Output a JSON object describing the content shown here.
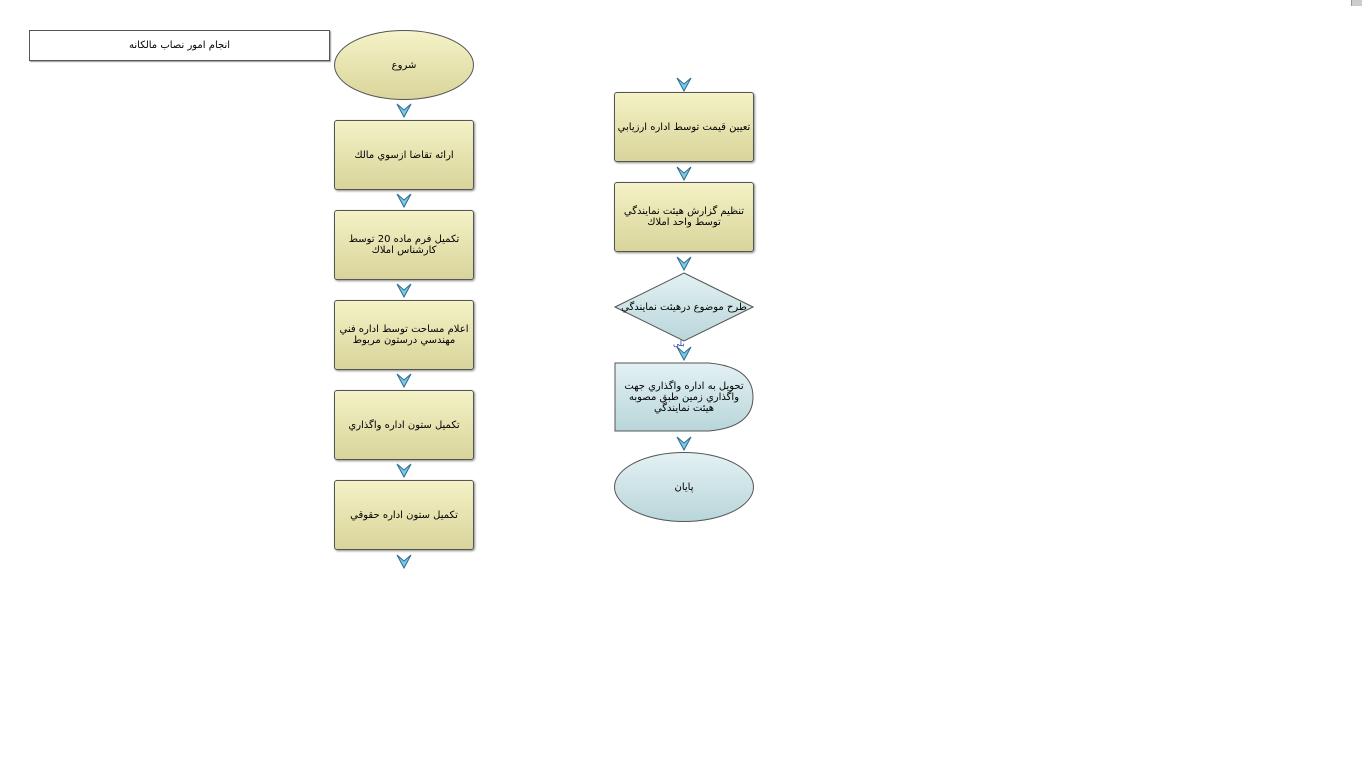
{
  "title": "انجام امور نصاب مالكانه",
  "nodes": {
    "start": "شروع",
    "n1": "ارائه تقاضا ازسوي مالك",
    "n2": "تكميل فرم ماده 20 توسط كارشناس املاك",
    "n3": "اعلام مساحت توسط اداره فني مهندسي درستون مربوط",
    "n4": "تكميل ستون اداره واگذاري",
    "n5": "تكميل ستون اداره حقوقي",
    "n6": "تعيين قيمت توسط اداره ارزيابي",
    "n7": "تنظيم گزارش هيئت نمايندگي توسط واحد املاك",
    "decision": "طرح موضوع درهيئت نمايندگي",
    "n8": "تحويل به اداره واگذاري جهت واگذاري زمين طبق مصوبه هيئت نمايندگي",
    "end": "پايان"
  },
  "yes_label": "بلی"
}
